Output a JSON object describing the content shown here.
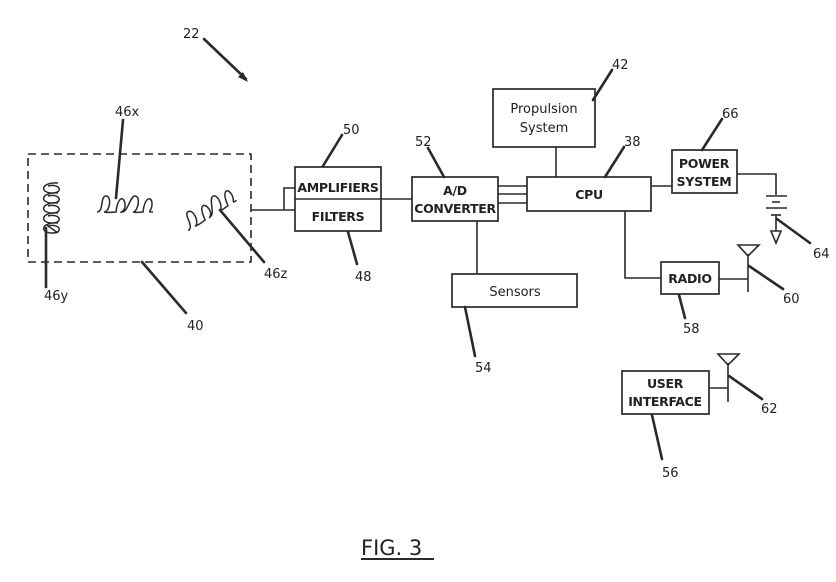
{
  "figure": {
    "caption": "FIG. 3",
    "system_ref": "22"
  },
  "blocks": {
    "amplifiers": {
      "label": "AMPLIFIERS",
      "ref": "50"
    },
    "filters": {
      "label": "FILTERS",
      "ref": "48"
    },
    "ad_converter": {
      "line1": "A/D",
      "line2": "CONVERTER",
      "ref": "52"
    },
    "propulsion": {
      "line1": "Propulsion",
      "line2": "System",
      "ref": "42"
    },
    "cpu": {
      "label": "CPU",
      "ref": "38"
    },
    "power": {
      "line1": "POWER",
      "line2": "SYSTEM",
      "ref": "66"
    },
    "sensors": {
      "label": "Sensors",
      "ref": "54"
    },
    "radio": {
      "label": "RADIO",
      "ref": "58"
    },
    "user_interface": {
      "line1": "USER",
      "line2": "INTERFACE",
      "ref": "56"
    }
  },
  "sensor_array": {
    "ref": "40",
    "coils": [
      {
        "name": "coil-y",
        "ref": "46y"
      },
      {
        "name": "coil-x",
        "ref": "46x"
      },
      {
        "name": "coil-z",
        "ref": "46z"
      }
    ]
  },
  "components": {
    "battery_ref": "64",
    "radio_antenna_ref": "60",
    "ui_antenna_ref": "62"
  }
}
